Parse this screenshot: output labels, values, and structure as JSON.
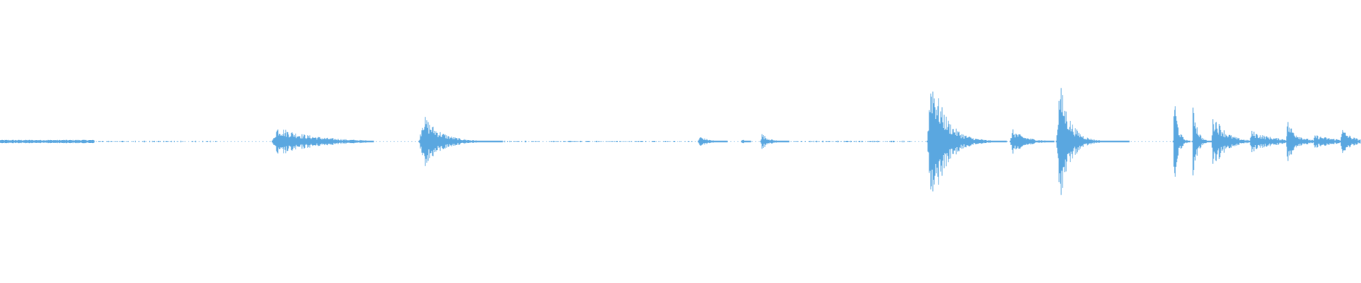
{
  "waveform": {
    "color": "#5aa7e0",
    "background": "#ffffff",
    "duration_fraction_note": "",
    "bursts": [
      {
        "start": 0.0,
        "end": 0.07,
        "peak": 0.012,
        "decay": 0.0,
        "kind": "noise"
      },
      {
        "start": 0.072,
        "end": 0.16,
        "peak": 0.006,
        "decay": 0.0,
        "kind": "sparse"
      },
      {
        "start": 0.2,
        "end": 0.275,
        "peak": 0.11,
        "decay": 0.35,
        "kind": "burst"
      },
      {
        "start": 0.308,
        "end": 0.37,
        "peak": 0.2,
        "decay": 0.2,
        "kind": "burst"
      },
      {
        "start": 0.37,
        "end": 0.44,
        "peak": 0.006,
        "decay": 0.0,
        "kind": "sparse"
      },
      {
        "start": 0.44,
        "end": 0.51,
        "peak": 0.005,
        "decay": 0.0,
        "kind": "sparse"
      },
      {
        "start": 0.513,
        "end": 0.535,
        "peak": 0.04,
        "decay": 0.3,
        "kind": "burst"
      },
      {
        "start": 0.545,
        "end": 0.552,
        "peak": 0.02,
        "decay": 0.3,
        "kind": "burst"
      },
      {
        "start": 0.559,
        "end": 0.58,
        "peak": 0.06,
        "decay": 0.25,
        "kind": "burst"
      },
      {
        "start": 0.58,
        "end": 0.67,
        "peak": 0.006,
        "decay": 0.0,
        "kind": "sparse"
      },
      {
        "start": 0.681,
        "end": 0.74,
        "peak": 0.52,
        "decay": 0.18,
        "kind": "burst"
      },
      {
        "start": 0.74,
        "end": 0.74,
        "peak": 0.0,
        "decay": 0.0,
        "kind": "sparse"
      },
      {
        "start": 0.742,
        "end": 0.775,
        "peak": 0.09,
        "decay": 0.3,
        "kind": "burst"
      },
      {
        "start": 0.776,
        "end": 0.83,
        "peak": 0.44,
        "decay": 0.14,
        "kind": "burst"
      },
      {
        "start": 0.862,
        "end": 0.875,
        "peak": 0.4,
        "decay": 0.2,
        "kind": "burst"
      },
      {
        "start": 0.876,
        "end": 0.89,
        "peak": 0.34,
        "decay": 0.2,
        "kind": "burst"
      },
      {
        "start": 0.89,
        "end": 0.918,
        "peak": 0.22,
        "decay": 0.3,
        "kind": "burst"
      },
      {
        "start": 0.918,
        "end": 0.945,
        "peak": 0.08,
        "decay": 0.6,
        "kind": "burst"
      },
      {
        "start": 0.945,
        "end": 0.965,
        "peak": 0.16,
        "decay": 0.35,
        "kind": "burst"
      },
      {
        "start": 0.965,
        "end": 0.985,
        "peak": 0.05,
        "decay": 0.8,
        "kind": "burst"
      },
      {
        "start": 0.985,
        "end": 1.0,
        "peak": 0.1,
        "decay": 0.5,
        "kind": "burst"
      }
    ]
  }
}
